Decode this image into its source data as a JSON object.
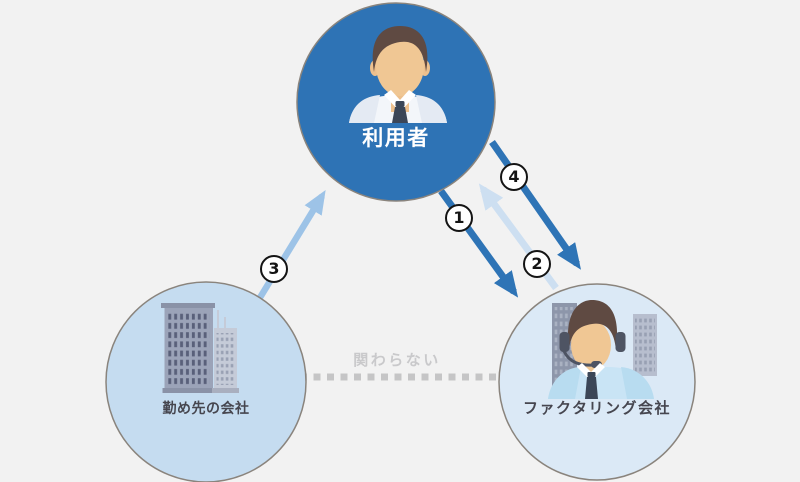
{
  "nodes": {
    "user": {
      "label": "利用者",
      "color": "#2e73b5",
      "icon": "businessman-icon"
    },
    "employer": {
      "label": "勤め先の会社",
      "color": "#c5dcf0",
      "icon": "office-building-icon"
    },
    "factoring": {
      "label": "ファクタリング会社",
      "color": "#dbe9f6",
      "icon": "call-center-agent-icon"
    }
  },
  "arrows": [
    {
      "badge": "1",
      "from": "利用者",
      "to": "ファクタリング会社",
      "color": "#2e74b6"
    },
    {
      "badge": "2",
      "from": "ファクタリング会社",
      "to": "利用者",
      "color": "#cddff1"
    },
    {
      "badge": "3",
      "from": "勤め先の会社",
      "to": "利用者",
      "color": "#9dc3e7"
    },
    {
      "badge": "4",
      "from": "利用者",
      "to": "ファクタリング会社",
      "color": "#2e74b6"
    }
  ],
  "non_involvement": {
    "label": "関わらない",
    "text_color": "#c9c9cb",
    "line_color": "#c5c5c6",
    "between": [
      "勤め先の会社",
      "ファクタリング会社"
    ]
  },
  "colors": {
    "background": "#f2f2f2",
    "circle_border": "#8a847d",
    "node_label_dark": "#46464f",
    "node_label_light": "#ffffff",
    "badge_bg": "#ffffff",
    "badge_border": "#141414"
  }
}
